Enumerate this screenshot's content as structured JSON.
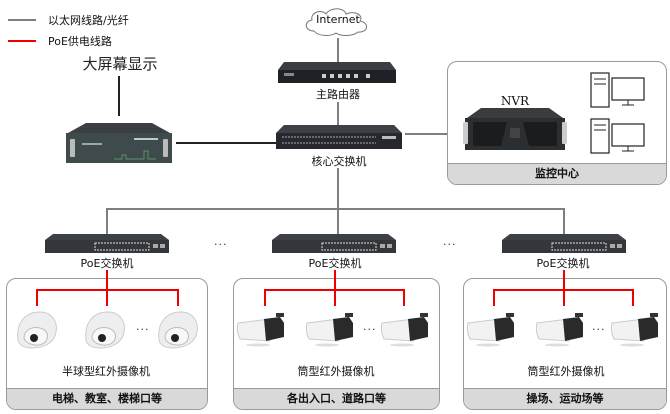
{
  "legend": [
    {
      "label": "以太网线路/光纤",
      "color": "#7f7f7f"
    },
    {
      "label": "PoE供电线路",
      "color": "#e00000"
    }
  ],
  "internet": {
    "label": "Internet"
  },
  "router": {
    "label": "主路由器"
  },
  "core_switch": {
    "label": "核心交换机"
  },
  "big_screen": {
    "label": "大屏幕显示"
  },
  "monitor_center": {
    "label": "监控中心",
    "nvr_label": "NVR"
  },
  "poe_switches": [
    {
      "label": "PoE交换机"
    },
    {
      "label": "PoE交换机"
    },
    {
      "label": "PoE交换机"
    }
  ],
  "ellipsis": "...",
  "camera_groups": [
    {
      "camera_label": "半球型红外摄像机",
      "location": "电梯、教室、楼梯口等",
      "camera_type": "dome"
    },
    {
      "camera_label": "筒型红外摄像机",
      "location": "各出入口、道路口等",
      "camera_type": "bullet"
    },
    {
      "camera_label": "筒型红外摄像机",
      "location": "操场、运动场等",
      "camera_type": "bullet"
    }
  ]
}
